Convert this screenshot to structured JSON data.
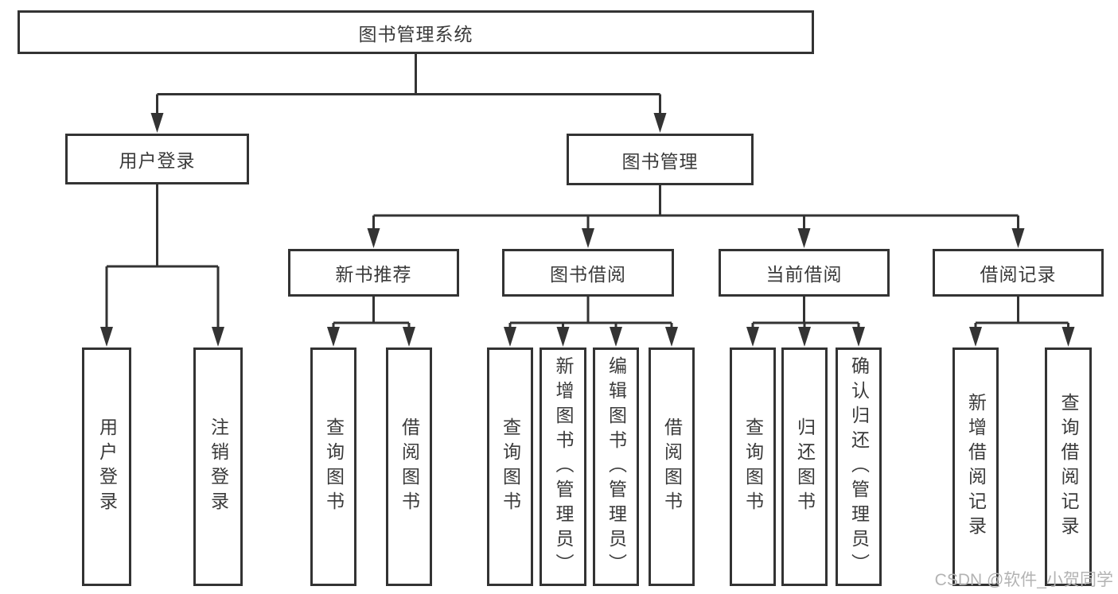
{
  "tree": {
    "label": "图书管理系统",
    "children": [
      {
        "label": "用户登录",
        "children": [
          {
            "label": "用户登录"
          },
          {
            "label": "注销登录"
          }
        ]
      },
      {
        "label": "图书管理",
        "children": [
          {
            "label": "新书推荐",
            "children": [
              {
                "label": "查询图书"
              },
              {
                "label": "借阅图书"
              }
            ]
          },
          {
            "label": "图书借阅",
            "children": [
              {
                "label": "查询图书"
              },
              {
                "label": "新增图书（管理员）"
              },
              {
                "label": "编辑图书（管理员）"
              },
              {
                "label": "借阅图书"
              }
            ]
          },
          {
            "label": "当前借阅",
            "children": [
              {
                "label": "查询图书"
              },
              {
                "label": "归还图书"
              },
              {
                "label": "确认归还（管理员）"
              }
            ]
          },
          {
            "label": "借阅记录",
            "children": [
              {
                "label": "新增借阅记录"
              },
              {
                "label": "查询借阅记录"
              }
            ]
          }
        ]
      }
    ]
  },
  "watermark": "CSDN @软件_小贺同学",
  "colors": {
    "line": "#333333",
    "text": "#3a3a3a",
    "background": "#ffffff",
    "watermark": "#b3b3b3"
  }
}
